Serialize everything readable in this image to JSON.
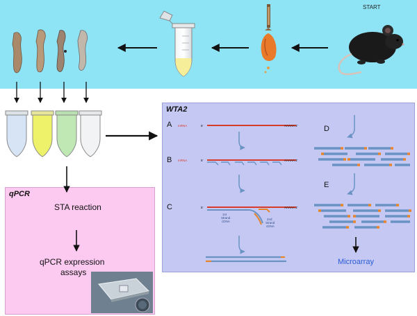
{
  "top_label": "START",
  "qpcr": {
    "title": "qPCR",
    "step1": "STA reaction",
    "step2_line1": "qPCR expression",
    "step2_line2": "assays"
  },
  "wta": {
    "title": "WTA2",
    "letters": [
      "A",
      "B",
      "C",
      "D",
      "E"
    ],
    "mrna_label": "mRNA",
    "five_prime": "5'",
    "poly_a_end": "AAAAA 3'",
    "first_strand_l1": "1st",
    "first_strand_l2": "Strand",
    "first_strand_l3": "cDNA",
    "second_strand_l1": "2nd",
    "second_strand_l2": "Strand",
    "second_strand_l3": "cDNA",
    "output": "Microarray"
  },
  "colors": {
    "top_band": "#8ee3f5",
    "qpcr_panel": "#fcc9f0",
    "wta_panel": "#c5c8f2",
    "rna_red": "#d83a2a",
    "cdna_blue": "#6a93c4",
    "primer_orange": "#e8842a",
    "microarray_text": "#2a5bd8"
  },
  "icons": [
    "mouse-icon",
    "pipette-icon",
    "lens-tissue-icon",
    "tube-icon",
    "fiber-icon",
    "chip-icon"
  ]
}
